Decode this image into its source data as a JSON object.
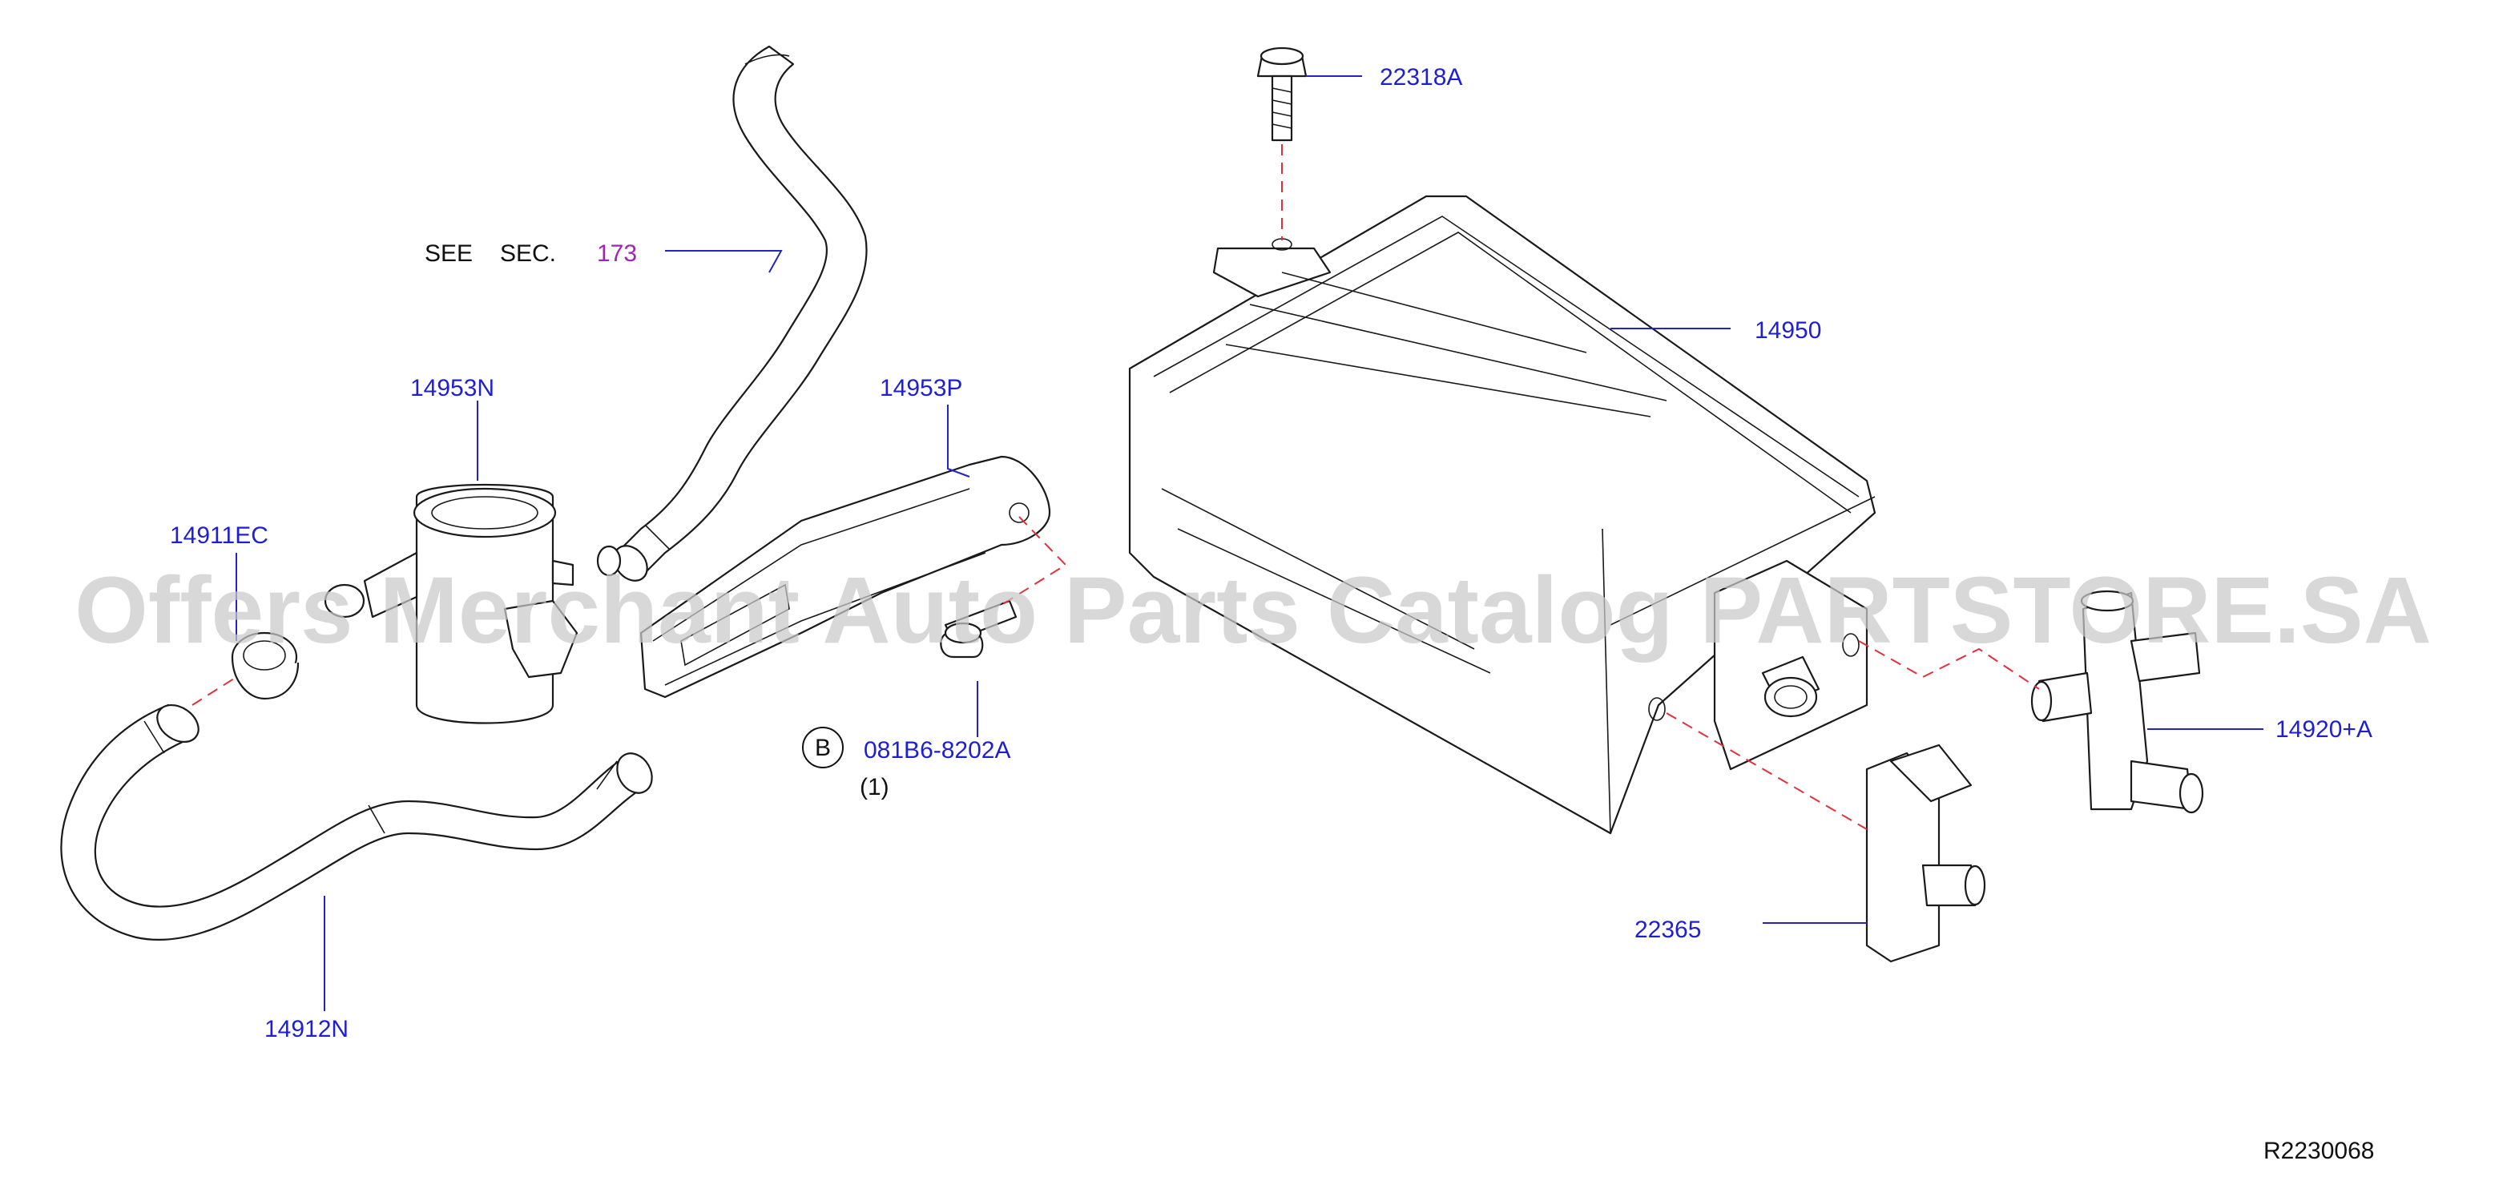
{
  "labels": {
    "see": "SEE",
    "sec": "SEC.",
    "sec_num": "173",
    "bolt_top": "22318A",
    "canister": "14950",
    "pipe": "14953N",
    "bracket": "14953P",
    "clamp": "14911EC",
    "hose": "14912N",
    "bolt_b": "081B6-8202A",
    "b_marker": "B",
    "qty": "(1)",
    "valve": "14920+A",
    "sensor": "22365"
  },
  "diagram_code": "R2230068",
  "watermark": "Offers Merchant Auto Parts Catalog PARTSTORE.SA",
  "colors": {
    "label_blue": "#1f1fd2",
    "ref_purple": "#9c27b0",
    "dash_red": "#e0323c",
    "line": "#1a1a1a"
  }
}
